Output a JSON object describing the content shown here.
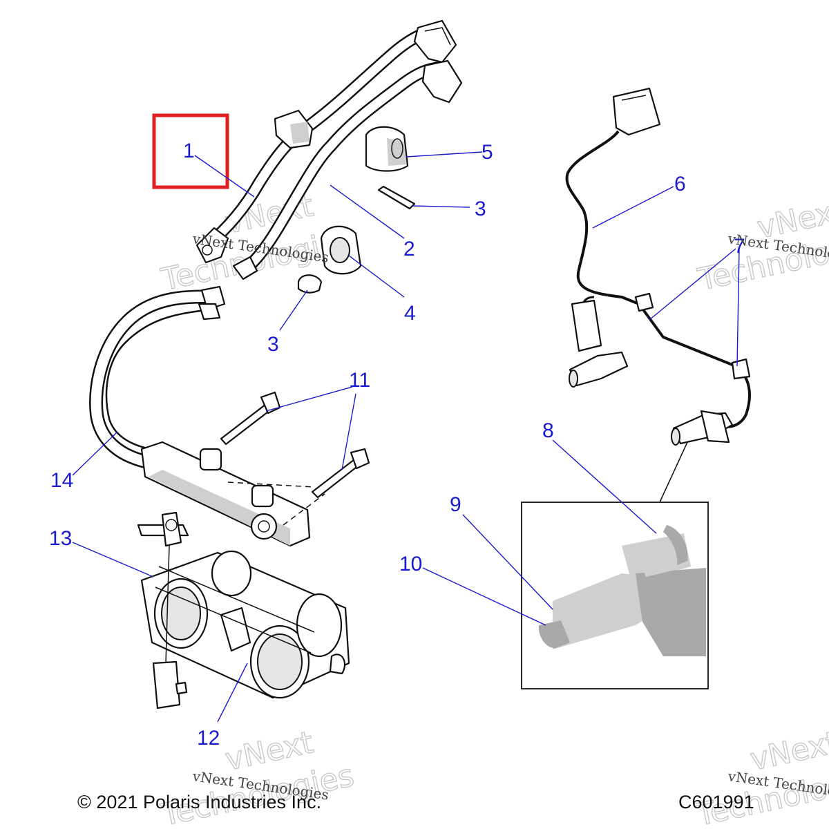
{
  "callouts": {
    "c1": "1",
    "c2": "2",
    "c3a": "3",
    "c3b": "3",
    "c4": "4",
    "c5": "5",
    "c6": "6",
    "c7": "7",
    "c8": "8",
    "c9": "9",
    "c10": "10",
    "c11": "11",
    "c12": "12",
    "c13": "13",
    "c14": "14"
  },
  "footer": {
    "copyright": "© 2021 Polaris Industries Inc.",
    "diagram_code": "C601991"
  },
  "watermark": {
    "line1": "vNext",
    "line2": "Technologies",
    "serif_text": "vNext Technologies"
  },
  "colors": {
    "callout": "#1a1ad0",
    "highlight": "#e01f1f"
  }
}
